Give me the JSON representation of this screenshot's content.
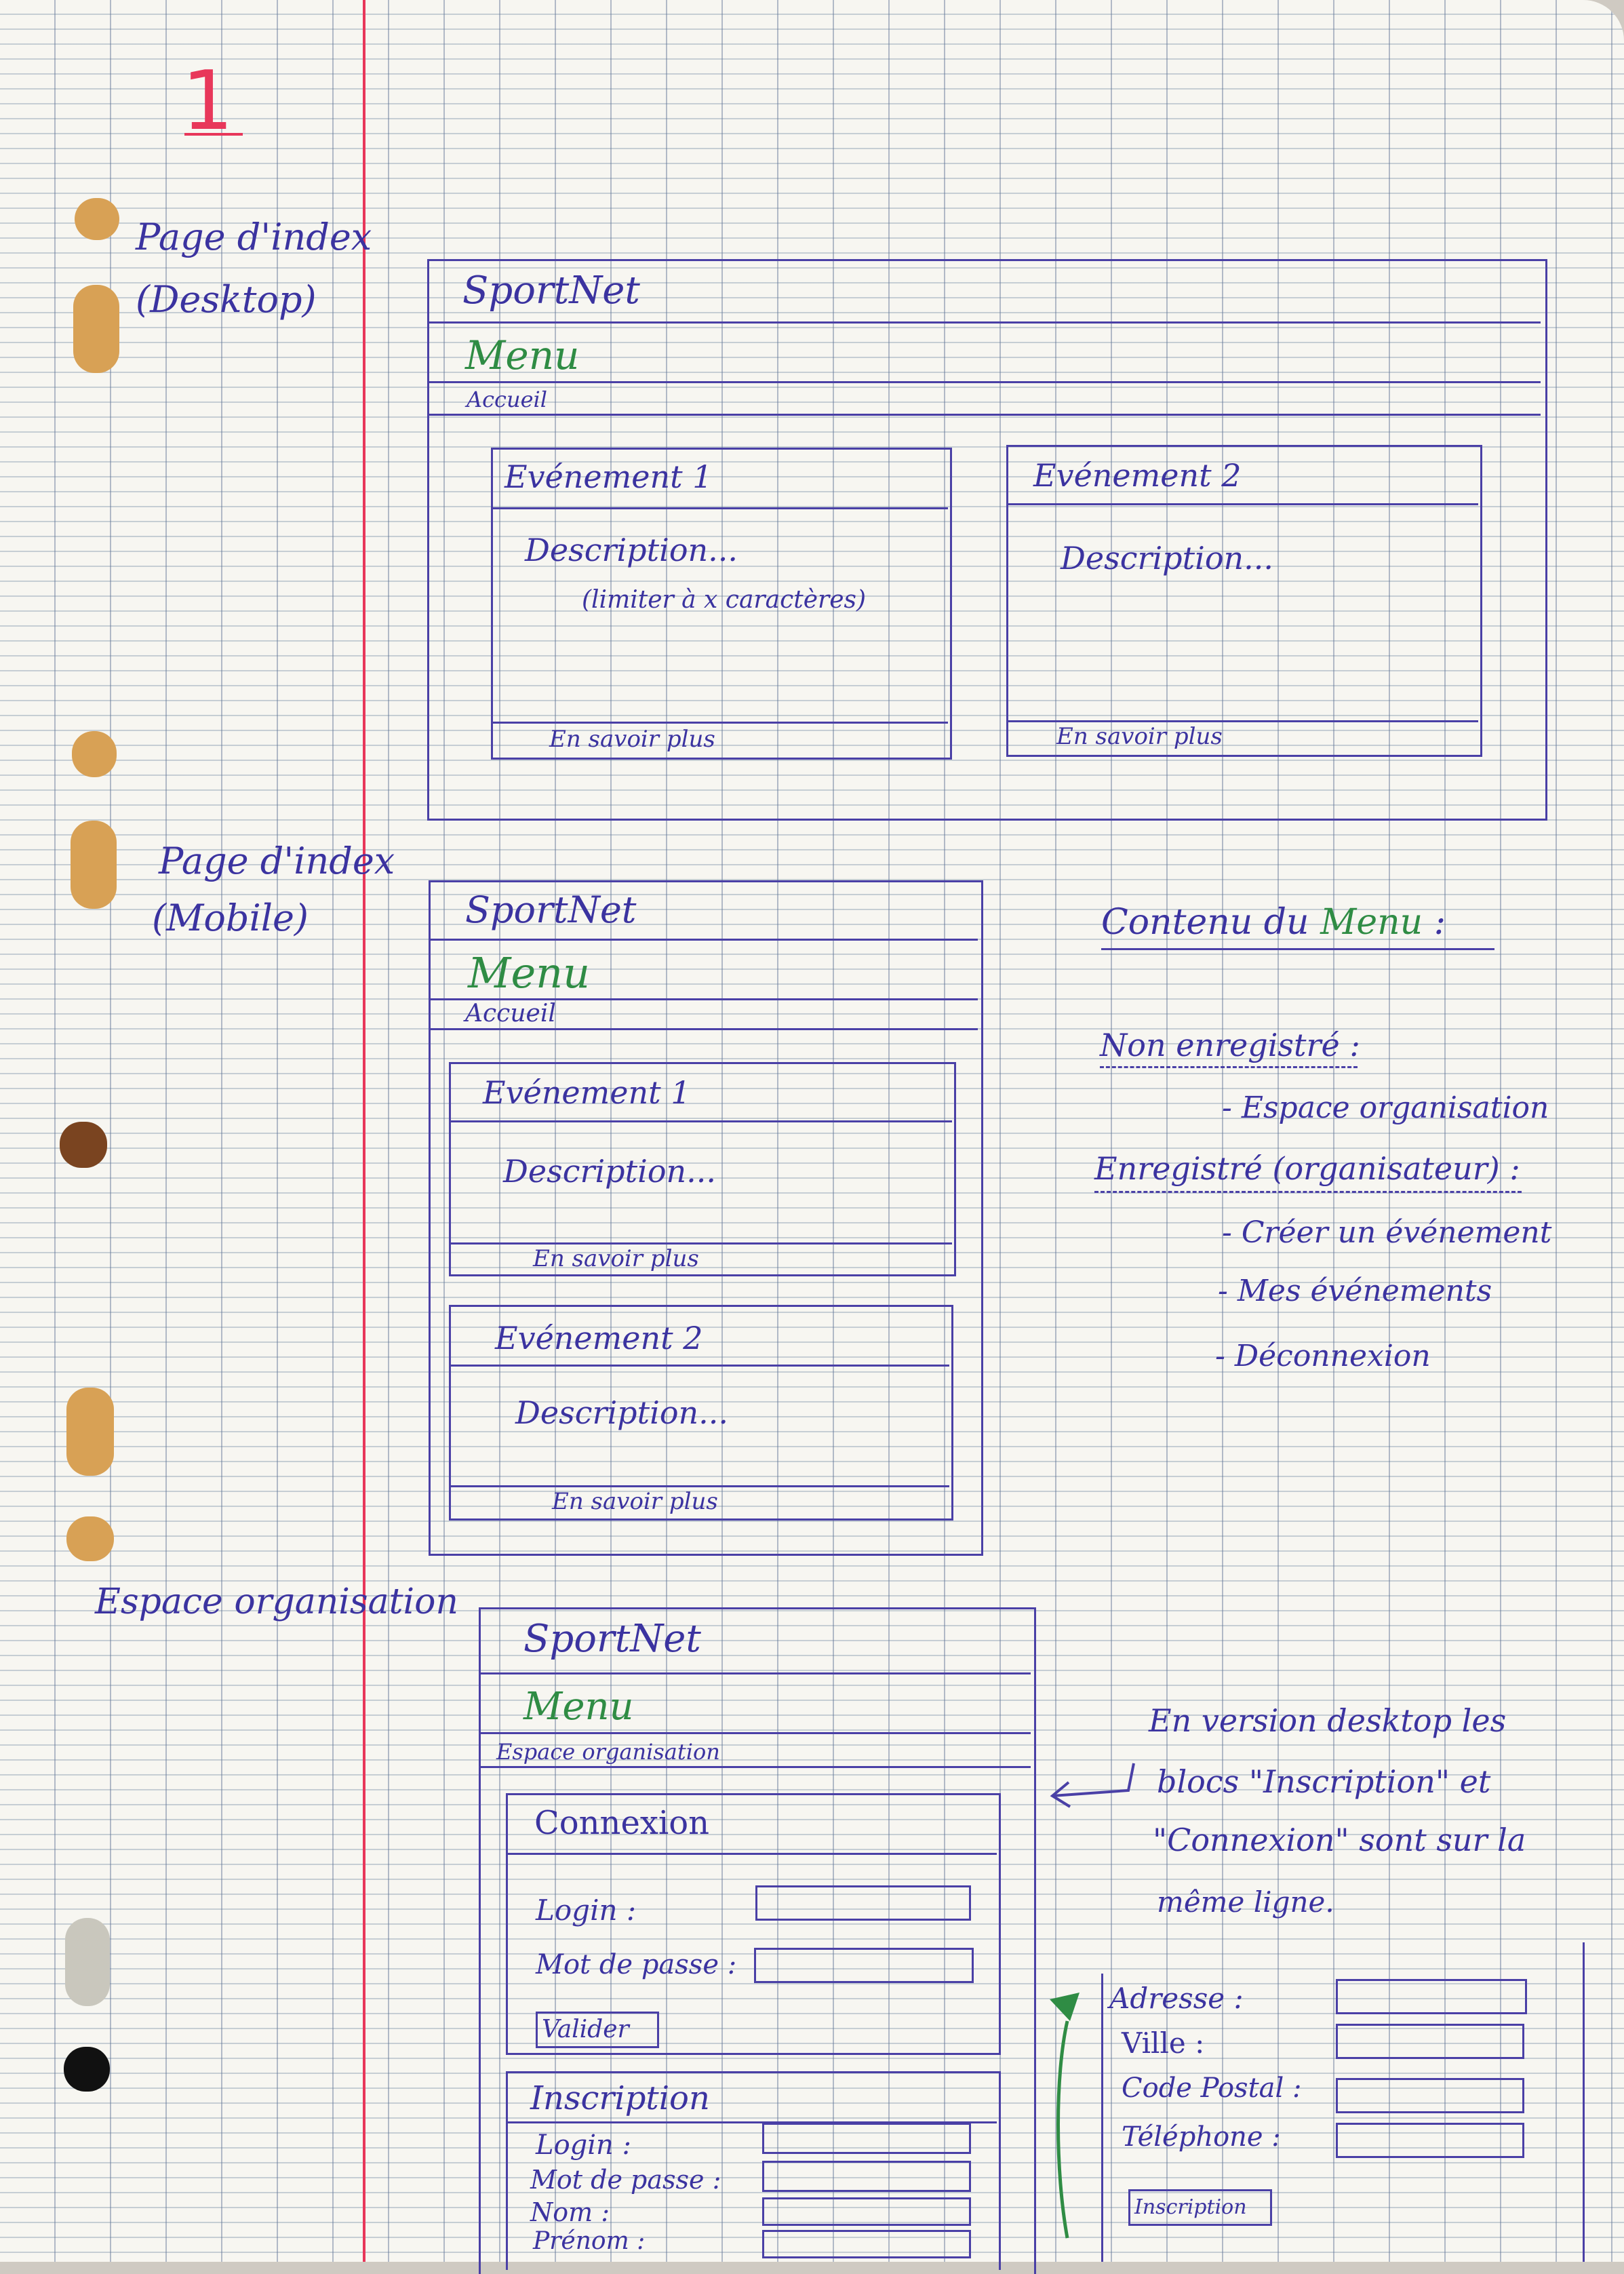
{
  "page_number": "1",
  "sections": {
    "index_desktop": {
      "label_line1": "Page d'index",
      "label_line2": "(Desktop)"
    },
    "index_mobile": {
      "label_line1": "Page d'index",
      "label_line2": "(Mobile)"
    },
    "organisation": {
      "label": "Espace organisation"
    }
  },
  "wireframe": {
    "brand": "SportNet",
    "menu": "Menu",
    "accueil": "Accueil",
    "espace_organisation": "Espace organisation",
    "event1_title": "Evénement 1",
    "event2_title": "Evénement 2",
    "description": "Description...",
    "description_note": "(limiter à x caractères)",
    "more_link": "En savoir plus"
  },
  "login_form": {
    "title": "Connexion",
    "login_label": "Login :",
    "password_label": "Mot de passe :",
    "submit": "Valider"
  },
  "register_form": {
    "title": "Inscription",
    "login_label": "Login :",
    "password_label": "Mot de passe :",
    "nom_label": "Nom :",
    "prenom_label": "Prénom :",
    "address_label": "Adresse :",
    "city_label": "Ville :",
    "postcode_label": "Code Postal :",
    "phone_label": "Téléphone :",
    "submit": "Inscription"
  },
  "menu_contents": {
    "title_prefix": "Contenu du",
    "title_menu": "Menu",
    "title_suffix": ":",
    "unregistered_heading": "Non enregistré :",
    "unregistered_items": [
      "- Espace organisation"
    ],
    "registered_heading": "Enregistré (organisateur) :",
    "registered_items": [
      "- Créer un événement",
      "- Mes événements",
      "- Déconnexion"
    ]
  },
  "desktop_note": {
    "line1": "En version desktop les",
    "line2": "blocs \"Inscription\" et",
    "line3": "\"Connexion\" sont sur la",
    "line4": "même ligne."
  },
  "colors": {
    "ink": "#3b33a0",
    "green_ink": "#2f8c44",
    "red_ink": "#e8375a",
    "margin": "#e8375a",
    "paper": "#f7f6f1"
  }
}
